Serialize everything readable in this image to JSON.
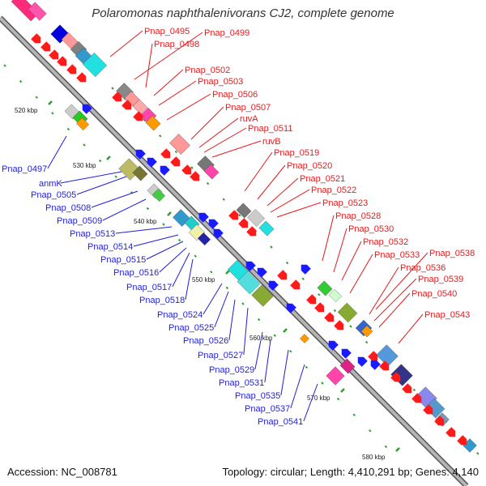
{
  "title": "Polaromonas naphthalenivorans CJ2, complete genome",
  "footer": {
    "accession": "Accession: NC_008781",
    "stats": "Topology: circular; Length: 4,410,291 bp; Genes: 4,140"
  },
  "colors": {
    "forward_label": "#e41a1c",
    "reverse_label": "#1f1fd6",
    "forward_gene": "#ff1a1a",
    "reverse_gene": "#1a1aff",
    "backbone": "#909090",
    "tick": "#2ca02c"
  },
  "kbp_ticks": [
    "520 kbp",
    "530 kbp",
    "540 kbp",
    "550 kbp",
    "560 kbp",
    "570 kbp",
    "580 kbp"
  ],
  "labels_forward": [
    "Pnap_0495",
    "Pnap_0499",
    "Pnap_0498",
    "Pnap_0502",
    "Pnap_0503",
    "Pnap_0506",
    "Pnap_0507",
    "ruvA",
    "Pnap_0511",
    "ruvB",
    "Pnap_0519",
    "Pnap_0520",
    "Pnap_0521",
    "Pnap_0522",
    "Pnap_0523",
    "Pnap_0528",
    "Pnap_0530",
    "Pnap_0532",
    "Pnap_0533",
    "Pnap_0538",
    "Pnap_0536",
    "Pnap_0539",
    "Pnap_0540",
    "Pnap_0543"
  ],
  "labels_reverse": [
    "Pnap_0497",
    "anmK",
    "Pnap_0505",
    "Pnap_0508",
    "Pnap_0509",
    "Pnap_0513",
    "Pnap_0514",
    "Pnap_0515",
    "Pnap_0516",
    "Pnap_0517",
    "Pnap_0518",
    "Pnap_0524",
    "Pnap_0525",
    "Pnap_0526",
    "Pnap_0527",
    "Pnap_0529",
    "Pnap_0531",
    "Pnap_0535",
    "Pnap_0537",
    "Pnap_0541"
  ]
}
